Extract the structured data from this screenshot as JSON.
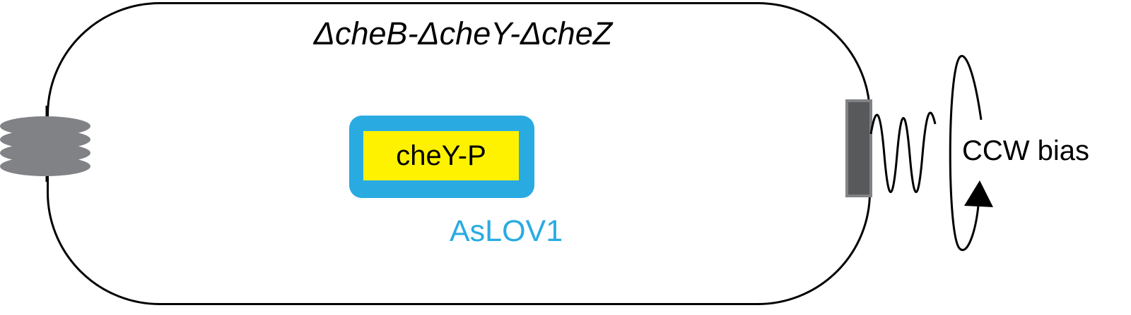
{
  "diagram": {
    "strain": {
      "prefix1": "Δ",
      "gene1": "cheB",
      "sep1": "-Δ",
      "gene2": "cheY",
      "sep2": "-Δ",
      "gene3": "cheZ"
    },
    "inner_label": "cheY-P",
    "outer_label": "AsLOV1",
    "motor_label": "CCW bias",
    "colors": {
      "outline": "#000000",
      "aslov": "#29abe2",
      "chey": "#fff200",
      "receptor": "#808285",
      "motor": "#58595b"
    },
    "icons": {
      "receptor": "receptor-cluster-icon",
      "motor": "flagellar-motor-icon",
      "flagellum": "flagellum-wave-icon",
      "rotation": "rotation-arrow-icon"
    }
  }
}
